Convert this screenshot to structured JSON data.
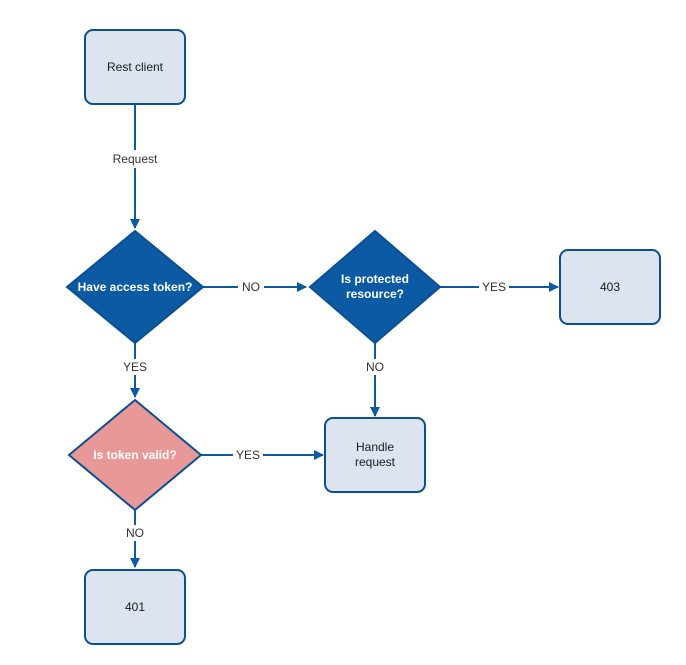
{
  "colors": {
    "box_fill": "#dce4ef",
    "stroke": "#0b4f91",
    "diamond_fill": "#0b5aa3",
    "diamond_alert_fill": "#e89896",
    "diamond_alert_stroke": "#0b4f91",
    "edge": "#0b5aa3"
  },
  "nodes": {
    "rest_client": "Rest client",
    "have_access_token": "Have access token?",
    "is_protected_line1": "Is protected",
    "is_protected_line2": "resource?",
    "forbidden": "403",
    "is_token_valid": "Is token valid?",
    "handle_request_line1": "Handle",
    "handle_request_line2": "request",
    "unauthorized": "401"
  },
  "edges": {
    "request": "Request",
    "no_access_to_protected": "NO",
    "protected_yes": "YES",
    "protected_no": "NO",
    "access_yes": "YES",
    "valid_yes": "YES",
    "valid_no": "NO"
  }
}
